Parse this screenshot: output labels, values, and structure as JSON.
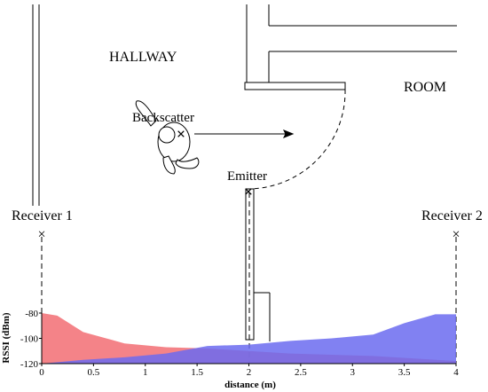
{
  "labels": {
    "hallway": "HALLWAY",
    "room": "ROOM",
    "backscatter": "Backscatter",
    "emitter": "Emitter",
    "receiver1": "Receiver 1",
    "receiver2": "Receiver 2"
  },
  "markers": {
    "x_glyph": "×",
    "receiver1_color": "#e8535a",
    "receiver2_color": "#5a5ae6",
    "emitter_color": "#000000",
    "backscatter_color": "#000000"
  },
  "chart_data": {
    "type": "area",
    "xlabel": "distance (m)",
    "ylabel": "RSSI (dBm)",
    "xlim": [
      0,
      4
    ],
    "ylim": [
      -120,
      -80
    ],
    "xticks": [
      "0",
      "0.5",
      "1",
      "1.5",
      "2",
      "2.5",
      "3",
      "3.5",
      "4"
    ],
    "yticks": [
      "-80",
      "-100",
      "-120"
    ],
    "series": [
      {
        "color": "#f26d73",
        "x": [
          0,
          0.15,
          0.4,
          0.8,
          1.2,
          1.6,
          2.0,
          2.4,
          2.8,
          3.2,
          3.6,
          4.0
        ],
        "upper": [
          -80,
          -82,
          -95,
          -104,
          -107,
          -108,
          -110,
          -112,
          -113,
          -114,
          -116,
          -118
        ],
        "lower": [
          -120,
          -120,
          -120,
          -120,
          -120,
          -120,
          -120,
          -120,
          -120,
          -120,
          -120,
          -120
        ]
      },
      {
        "color": "#6b6bf0",
        "x": [
          0,
          0.4,
          0.8,
          1.2,
          1.6,
          2.0,
          2.4,
          2.8,
          3.2,
          3.5,
          3.8,
          4.0
        ],
        "upper": [
          -120,
          -117,
          -115,
          -112,
          -106,
          -105,
          -102,
          -100,
          -97,
          -88,
          -81,
          -81
        ],
        "lower": [
          -120,
          -120,
          -120,
          -120,
          -120,
          -120,
          -120,
          -120,
          -120,
          -120,
          -120,
          -120
        ]
      }
    ]
  }
}
